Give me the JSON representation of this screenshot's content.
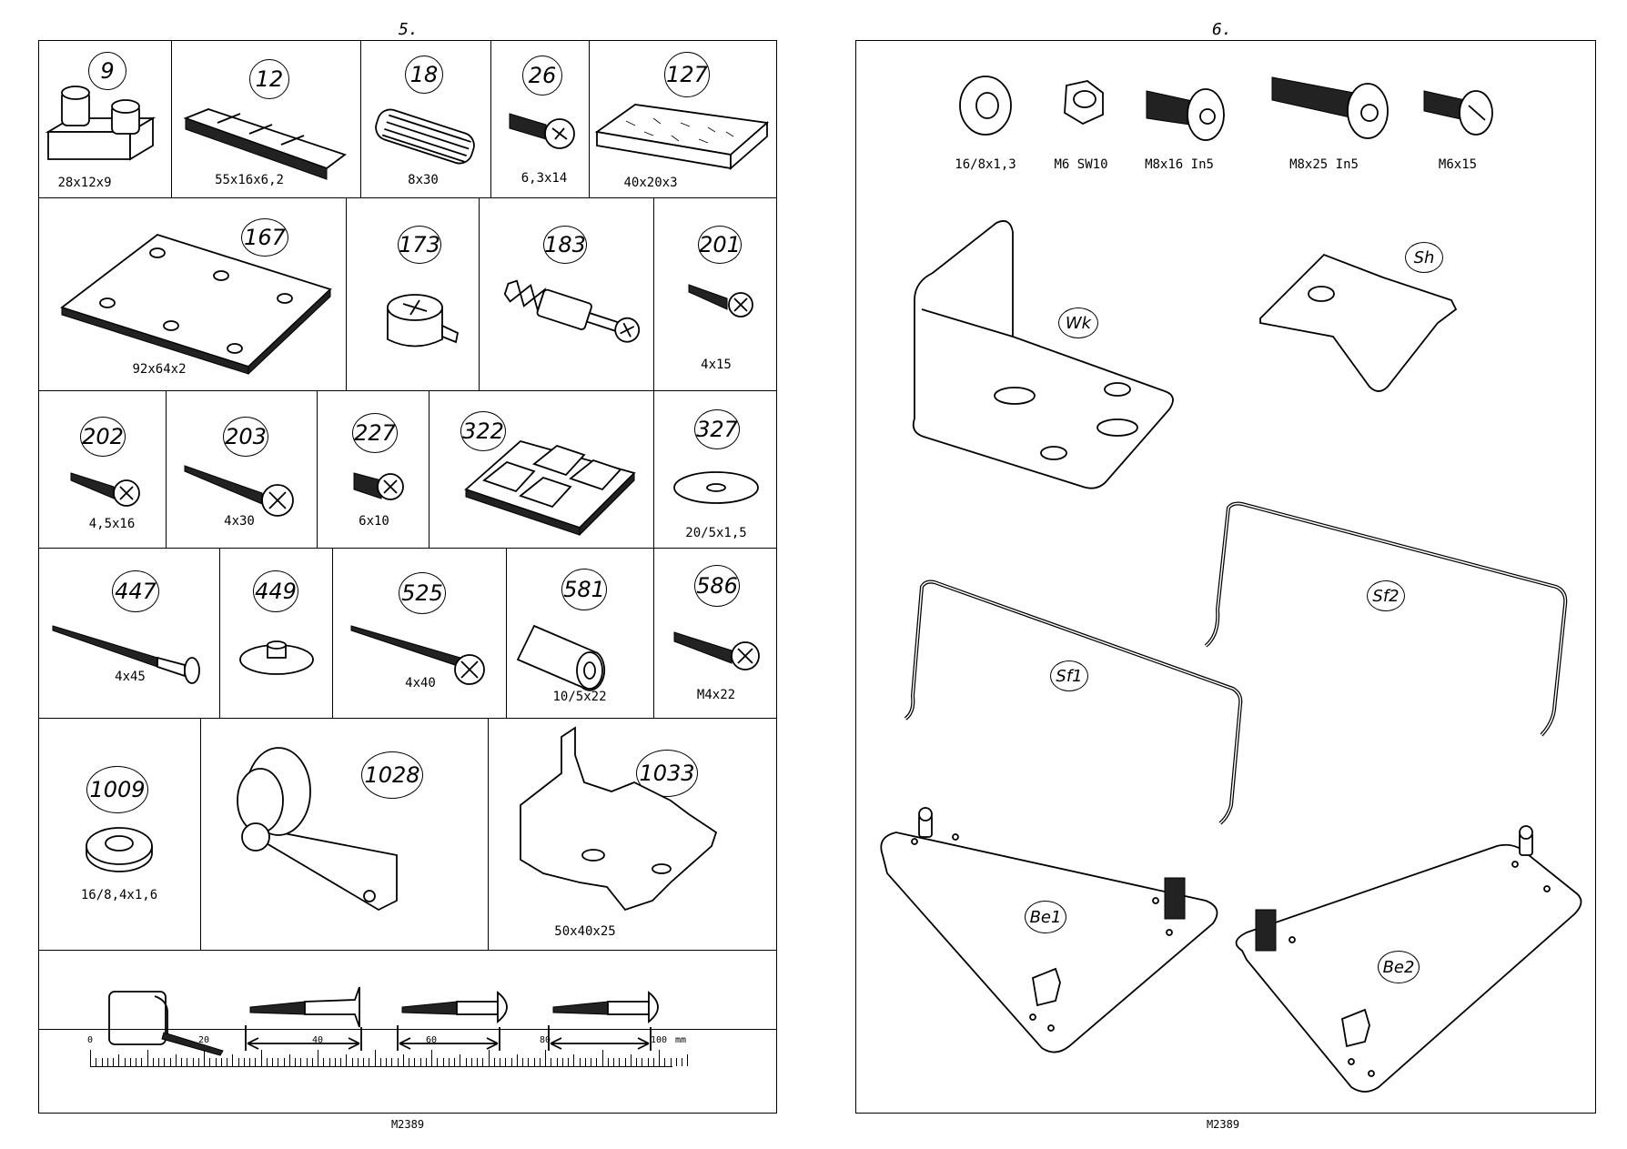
{
  "left_page": {
    "number": "5.",
    "parts": [
      {
        "id": "9",
        "dim": "28x12x9"
      },
      {
        "id": "12",
        "dim": "55x16x6,2"
      },
      {
        "id": "18",
        "dim": "8x30"
      },
      {
        "id": "26",
        "dim": "6,3x14"
      },
      {
        "id": "127",
        "dim": "40x20x3"
      },
      {
        "id": "167",
        "dim": "92x64x2"
      },
      {
        "id": "173",
        "dim": ""
      },
      {
        "id": "183",
        "dim": ""
      },
      {
        "id": "201",
        "dim": "4x15"
      },
      {
        "id": "202",
        "dim": "4,5x16"
      },
      {
        "id": "203",
        "dim": "4x30"
      },
      {
        "id": "227",
        "dim": "6x10"
      },
      {
        "id": "322",
        "dim": ""
      },
      {
        "id": "327",
        "dim": "20/5x1,5"
      },
      {
        "id": "447",
        "dim": "4x45"
      },
      {
        "id": "449",
        "dim": ""
      },
      {
        "id": "525",
        "dim": "4x40"
      },
      {
        "id": "581",
        "dim": "10/5x22"
      },
      {
        "id": "586",
        "dim": "M4x22"
      },
      {
        "id": "1009",
        "dim": "16/8,4x1,6"
      },
      {
        "id": "1028",
        "dim": ""
      },
      {
        "id": "1033",
        "dim": "50x40x25"
      }
    ],
    "ruler": {
      "labels": [
        "0",
        "20",
        "40",
        "60",
        "80",
        "100"
      ],
      "unit": "mm"
    },
    "footer": "M2389"
  },
  "right_page": {
    "number": "6.",
    "hardware": [
      {
        "name": "washer-icon",
        "dim": "16/8x1,3"
      },
      {
        "name": "nut-icon",
        "dim": "M6 SW10"
      },
      {
        "name": "bolt-short-icon",
        "dim": "M8x16 In5"
      },
      {
        "name": "bolt-long-icon",
        "dim": "M8x25 In5"
      },
      {
        "name": "screw-m6-icon",
        "dim": "M6x15"
      }
    ],
    "labels": {
      "wk": "Wk",
      "sh": "Sh",
      "sf1": "Sf1",
      "sf2": "Sf2",
      "be1": "Be1",
      "be2": "Be2"
    },
    "footer": "M2389"
  }
}
